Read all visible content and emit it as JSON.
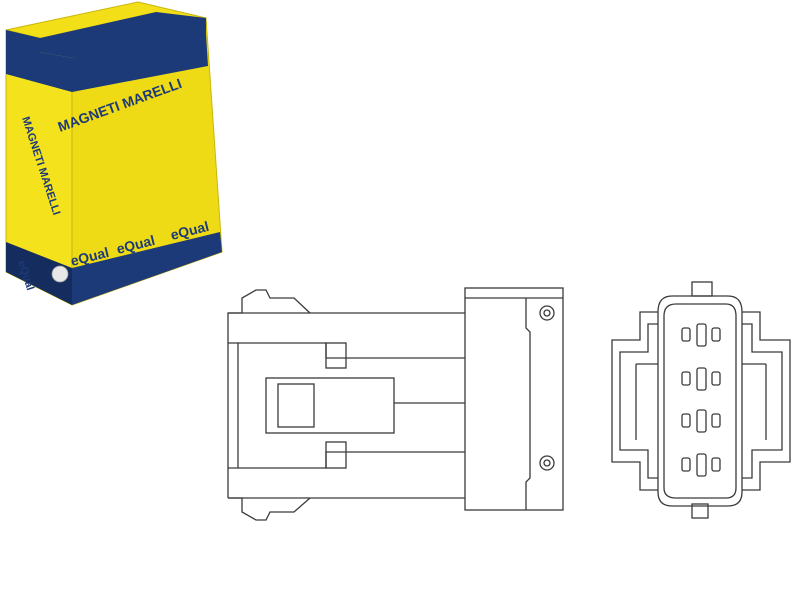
{
  "product_box": {
    "brand_logo_text": "MAGNETI MARELLI",
    "line_labels": [
      "eQual",
      "eQual",
      "eQual",
      "eQual"
    ],
    "colors": {
      "yellow": "#f4e21c",
      "yellow_shade": "#e8d20f",
      "navy": "#1c3a78",
      "navy_dark": "#142c5e"
    }
  },
  "drawing": {
    "style": "technical line drawing",
    "stroke_color": "#3a3a3a",
    "views": [
      "side-view",
      "front-view"
    ]
  }
}
